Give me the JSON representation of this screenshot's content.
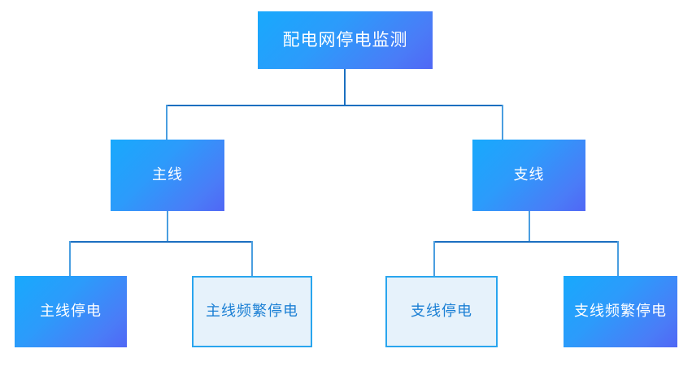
{
  "diagram": {
    "title": "配电网停电监测",
    "type": "hierarchy-tree",
    "background_color": "#ffffff",
    "colors": {
      "gradient_start": "#18a9fc",
      "gradient_end": "#5067f5",
      "outline_border": "#29a5ee",
      "outline_fill": "#e6f2fb",
      "outline_text": "#1a7fd4",
      "filled_text": "#ffffff",
      "connector": "#1b6fc0"
    },
    "root": {
      "label": "配电网停电监测",
      "style": "filled"
    },
    "level2": [
      {
        "label": "主线",
        "style": "filled"
      },
      {
        "label": "支线",
        "style": "filled"
      }
    ],
    "leaves": [
      {
        "label": "主线停电",
        "style": "filled",
        "parent": "主线"
      },
      {
        "label": "主线频繁停电",
        "style": "outline",
        "parent": "主线"
      },
      {
        "label": "支线停电",
        "style": "outline",
        "parent": "支线"
      },
      {
        "label": "支线频繁停电",
        "style": "filled",
        "parent": "支线"
      }
    ]
  }
}
